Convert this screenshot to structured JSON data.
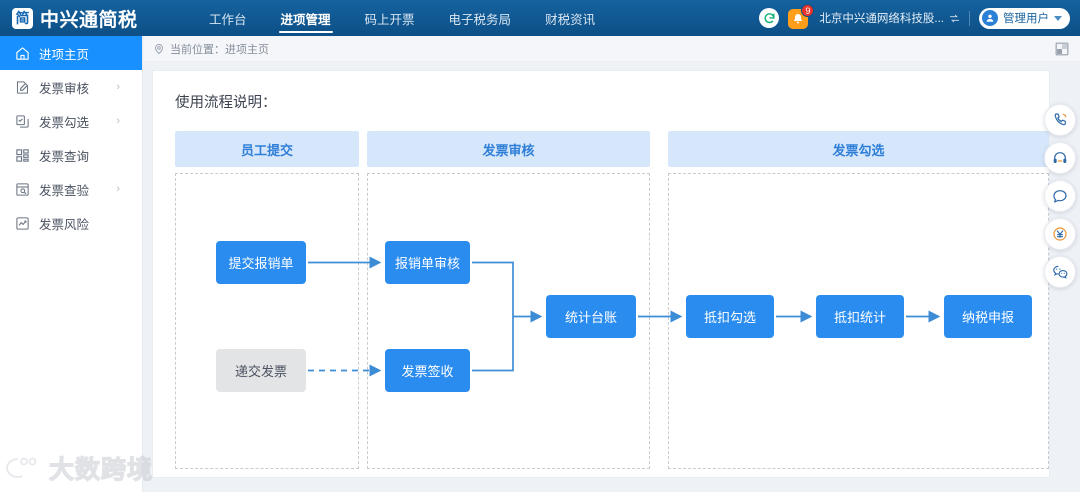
{
  "header": {
    "logo_glyph": "简",
    "brand": "中兴通简税",
    "nav": [
      {
        "label": "工作台",
        "active": false
      },
      {
        "label": "进项管理",
        "active": true
      },
      {
        "label": "码上开票",
        "active": false
      },
      {
        "label": "电子税务局",
        "active": false
      },
      {
        "label": "财税资讯",
        "active": false
      }
    ],
    "sync_icon": "refresh-icon",
    "bell_icon": "bell-icon",
    "notification_count": "9",
    "company": "北京中兴通网络科技股...",
    "company_switch_icon": "switch-icon",
    "user_name": "管理用户",
    "user_avatar_icon": "user-avatar-icon",
    "user_caret_icon": "chevron-down-icon"
  },
  "sidebar": {
    "items": [
      {
        "label": "进项主页",
        "icon": "home-icon",
        "active": true,
        "arrow": ""
      },
      {
        "label": "发票审核",
        "icon": "edit-doc-icon",
        "active": false,
        "arrow": "›"
      },
      {
        "label": "发票勾选",
        "icon": "check-copy-icon",
        "active": false,
        "arrow": "›"
      },
      {
        "label": "发票查询",
        "icon": "grid-icon",
        "active": false,
        "arrow": ""
      },
      {
        "label": "发票查验",
        "icon": "doc-search-icon",
        "active": false,
        "arrow": "›"
      },
      {
        "label": "发票风险",
        "icon": "chart-risk-icon",
        "active": false,
        "arrow": ""
      }
    ]
  },
  "breadcrumb": {
    "icon": "location-pin-icon",
    "text": "当前位置：进项主页",
    "fullscreen_icon": "fullscreen-icon"
  },
  "main": {
    "section_title": "使用流程说明：",
    "columns": [
      {
        "title": "员工提交"
      },
      {
        "title": "发票审核"
      },
      {
        "title": "发票勾选"
      }
    ],
    "nodes": {
      "submit": "提交报销单",
      "deliver": "递交发票",
      "audit": "报销单审核",
      "sign": "发票签收",
      "ledger": "统计台账",
      "check": "抵扣勾选",
      "stat": "抵扣统计",
      "declare": "纳税申报"
    }
  },
  "fab": [
    {
      "name": "phone-call-icon"
    },
    {
      "name": "headset-support-icon"
    },
    {
      "name": "chat-bubble-icon"
    },
    {
      "name": "yuan-circle-icon"
    },
    {
      "name": "wechat-icon"
    }
  ],
  "watermark": {
    "text": "大数跨境",
    "icon": "watermark-logo-icon"
  },
  "colors": {
    "header_blue": "#0d4f86",
    "accent_blue": "#1890ff",
    "node_blue": "#2b8cf0",
    "node_grey": "#e3e4e6",
    "col_head_bg": "#d6e7fb",
    "page_bg": "#eef1f6",
    "badge_red": "#e8342a",
    "bell_orange": "#ff9e1b"
  }
}
